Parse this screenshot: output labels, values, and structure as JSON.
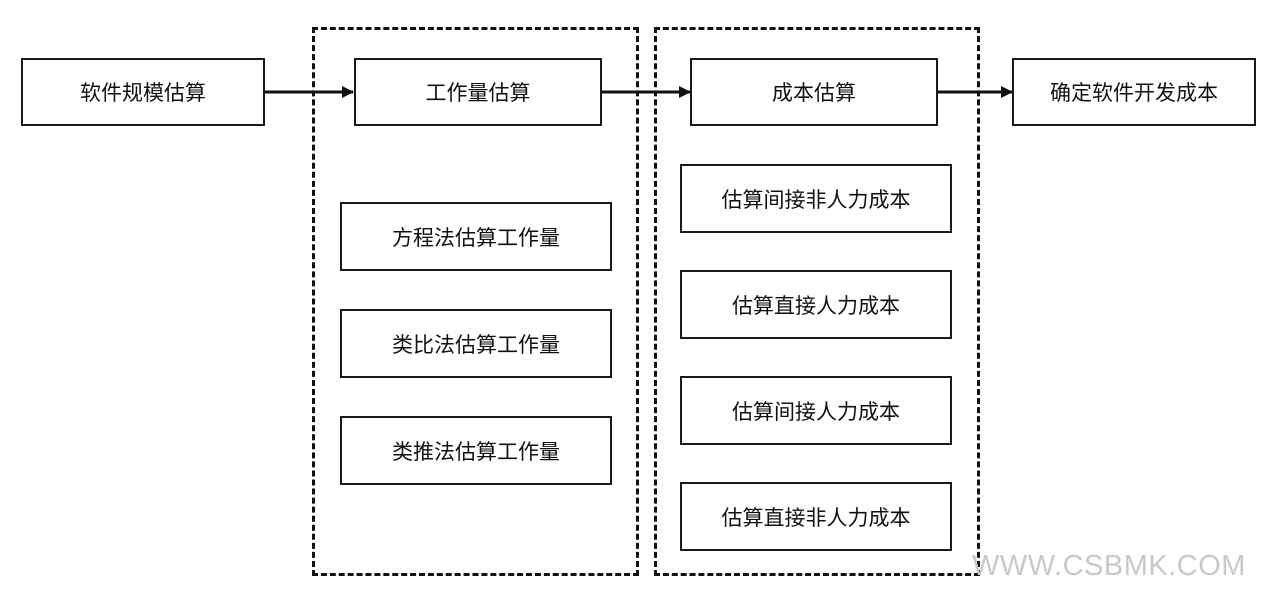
{
  "diagram": {
    "nodes": {
      "software_size_estimation": "软件规模估算",
      "effort_estimation": "工作量估算",
      "cost_estimation": "成本估算",
      "determine_dev_cost": "确定软件开发成本",
      "equation_method": "方程法估算工作量",
      "analogy_method": "类比法估算工作量",
      "extrapolation_method": "类推法估算工作量",
      "indirect_nonlabor_cost": "估算间接非人力成本",
      "direct_labor_cost": "估算直接人力成本",
      "indirect_labor_cost": "估算间接人力成本",
      "direct_nonlabor_cost": "估算直接非人力成本"
    },
    "edges": [
      {
        "from": "software_size_estimation",
        "to": "effort_estimation"
      },
      {
        "from": "effort_estimation",
        "to": "cost_estimation"
      },
      {
        "from": "cost_estimation",
        "to": "determine_dev_cost"
      }
    ],
    "groups": [
      {
        "contains": [
          "effort_estimation",
          "equation_method",
          "analogy_method",
          "extrapolation_method"
        ]
      },
      {
        "contains": [
          "cost_estimation",
          "indirect_nonlabor_cost",
          "direct_labor_cost",
          "indirect_labor_cost",
          "direct_nonlabor_cost"
        ]
      }
    ]
  },
  "watermark": "WWW.CSBMK.COM"
}
